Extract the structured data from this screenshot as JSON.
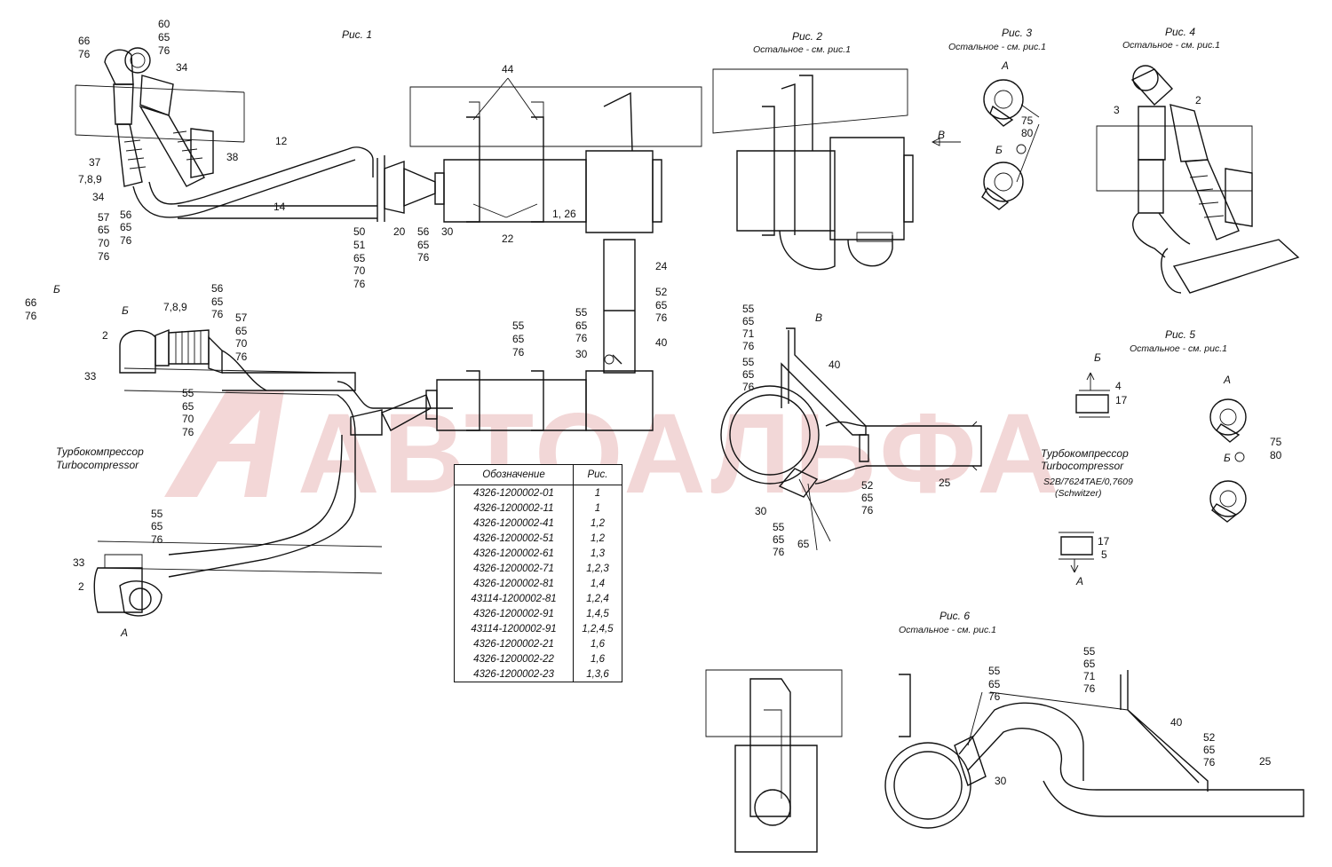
{
  "watermark": "АВТОАЛЬФА",
  "figures": {
    "fig1": {
      "title": "Рис. 1"
    },
    "fig2": {
      "title": "Рис. 2",
      "subtitle": "Остальное - см. рис.1"
    },
    "fig3": {
      "title": "Рис. 3",
      "subtitle": "Остальное - см. рис.1"
    },
    "fig4": {
      "title": "Рис. 4",
      "subtitle": "Остальное - см. рис.1"
    },
    "fig5": {
      "title": "Рис. 5",
      "subtitle": "Остальное - см. рис.1"
    },
    "fig6": {
      "title": "Рис. 6",
      "subtitle": "Остальное - см. рис.1"
    }
  },
  "turbo_left": {
    "ru": "Турбокомпрессор",
    "en": "Turbocompressor"
  },
  "turbo_right": {
    "ru": "Турбокомпрессор",
    "en": "Turbocompressor",
    "model": "S2B/7624TAE/0,7609",
    "maker": "(Schwitzer)"
  },
  "view_letters": {
    "A": "А",
    "B": "Б",
    "V": "В"
  },
  "callouts": {
    "c60": "60",
    "c65": "65",
    "c76": "76",
    "c66": "66",
    "c34": "34",
    "c12": "12",
    "c37": "37",
    "c789": "7,8,9",
    "c57": "57",
    "c70": "70",
    "c56": "56",
    "c38": "38",
    "c14": "14",
    "c50": "50",
    "c51": "51",
    "c20": "20",
    "c30": "30",
    "c22": "22",
    "c44": "44",
    "c126": "1, 26",
    "c24": "24",
    "c52": "52",
    "c40": "40",
    "c55": "55",
    "c2": "2",
    "c33": "33",
    "c71": "71",
    "c25": "25",
    "c75": "75",
    "c80": "80",
    "c3": "3",
    "c4": "4",
    "c17": "17",
    "c5": "5"
  },
  "table": {
    "headers": [
      "Обозначение",
      "Рис."
    ],
    "rows": [
      [
        "4326-1200002-01",
        "1"
      ],
      [
        "4326-1200002-11",
        "1"
      ],
      [
        "4326-1200002-41",
        "1,2"
      ],
      [
        "4326-1200002-51",
        "1,2"
      ],
      [
        "4326-1200002-61",
        "1,3"
      ],
      [
        "4326-1200002-71",
        "1,2,3"
      ],
      [
        "4326-1200002-81",
        "1,4"
      ],
      [
        "43114-1200002-81",
        "1,2,4"
      ],
      [
        "4326-1200002-91",
        "1,4,5"
      ],
      [
        "43114-1200002-91",
        "1,2,4,5"
      ],
      [
        "4326-1200002-21",
        "1,6"
      ],
      [
        "4326-1200002-22",
        "1,6"
      ],
      [
        "4326-1200002-23",
        "1,3,6"
      ]
    ]
  }
}
